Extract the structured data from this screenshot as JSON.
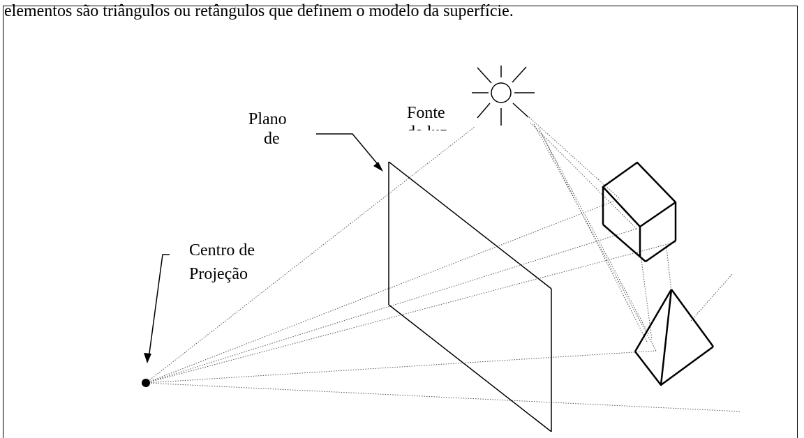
{
  "document": {
    "intro_text": "elementos são triângulos ou retângulos que definem o modelo da superfície."
  },
  "diagram": {
    "labels": {
      "projection_plane": [
        "Plano",
        "de"
      ],
      "light_source": [
        "Fonte",
        "de luz"
      ],
      "projection_center": [
        "Centro de",
        "Projeção"
      ]
    },
    "colors": {
      "stroke": "#000000",
      "ray": "#555555",
      "background": "#ffffff"
    }
  }
}
